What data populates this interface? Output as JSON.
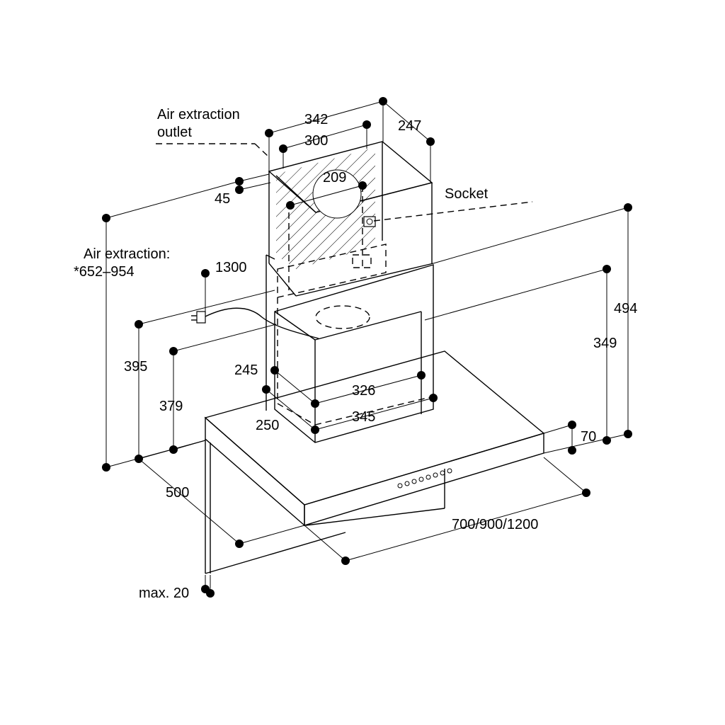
{
  "labels": {
    "air_extraction_outlet_1": "Air extraction",
    "air_extraction_outlet_2": "outlet",
    "socket": "Socket",
    "air_extraction_1": "Air extraction:",
    "air_extraction_2": "*652–954",
    "max_20": "max. 20"
  },
  "dimensions": {
    "d342": "342",
    "d300": "300",
    "d247": "247",
    "d45": "45",
    "d209": "209",
    "d1300": "1300",
    "d494": "494",
    "d349": "349",
    "d395": "395",
    "d379": "379",
    "d245": "245",
    "d326": "326",
    "d250": "250",
    "d345": "345",
    "d70": "70",
    "d500": "500",
    "d700_900_1200": "700/900/1200"
  }
}
